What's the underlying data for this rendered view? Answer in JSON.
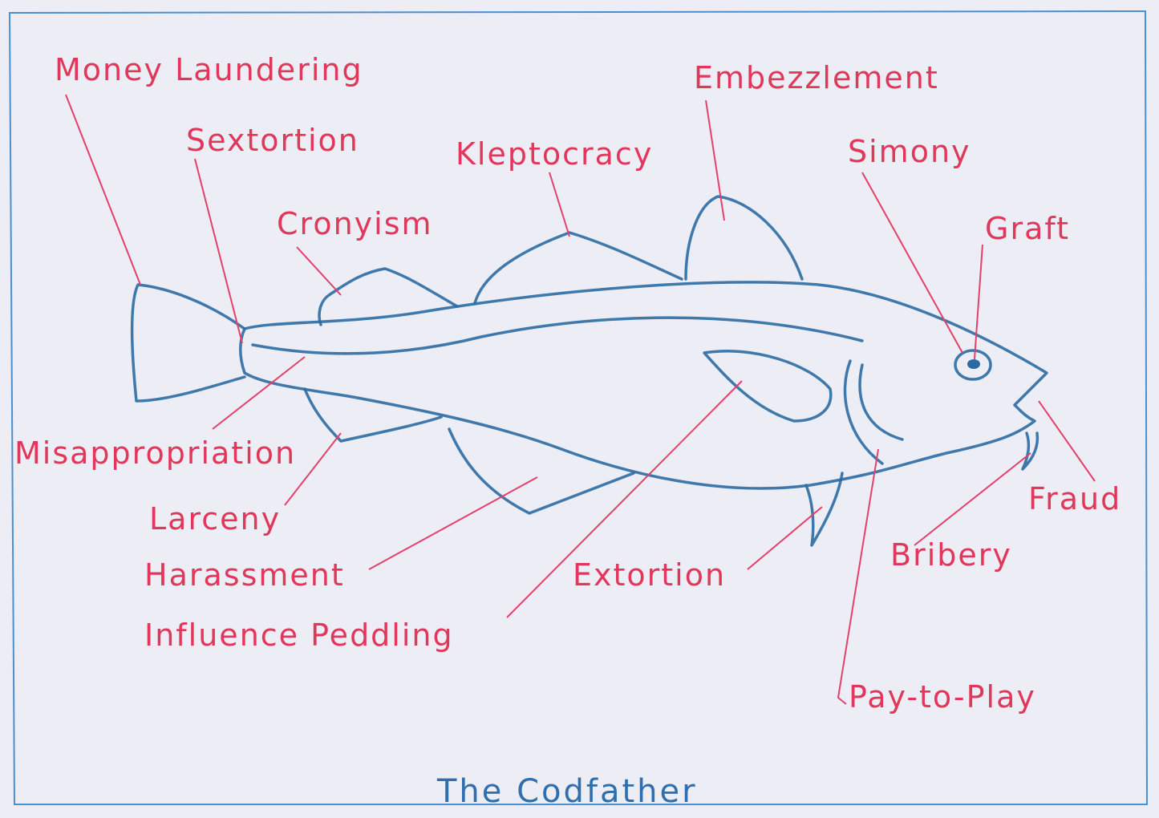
{
  "title": "The Codfather",
  "labels": {
    "money_laundering": "Money Laundering",
    "sextortion": "Sextortion",
    "cronyism": "Cronyism",
    "kleptocracy": "Kleptocracy",
    "embezzlement": "Embezzlement",
    "simony": "Simony",
    "graft": "Graft",
    "misappropriation": "Misappropriation",
    "larceny": "Larceny",
    "harassment": "Harassment",
    "influence_peddling": "Influence Peddling",
    "extortion": "Extortion",
    "fraud": "Fraud",
    "bribery": "Bribery",
    "pay_to_play": "Pay-to-Play"
  },
  "colors": {
    "fish": "#2c6aa3",
    "labels": "#e0375a",
    "paper": "#ecedf5"
  }
}
